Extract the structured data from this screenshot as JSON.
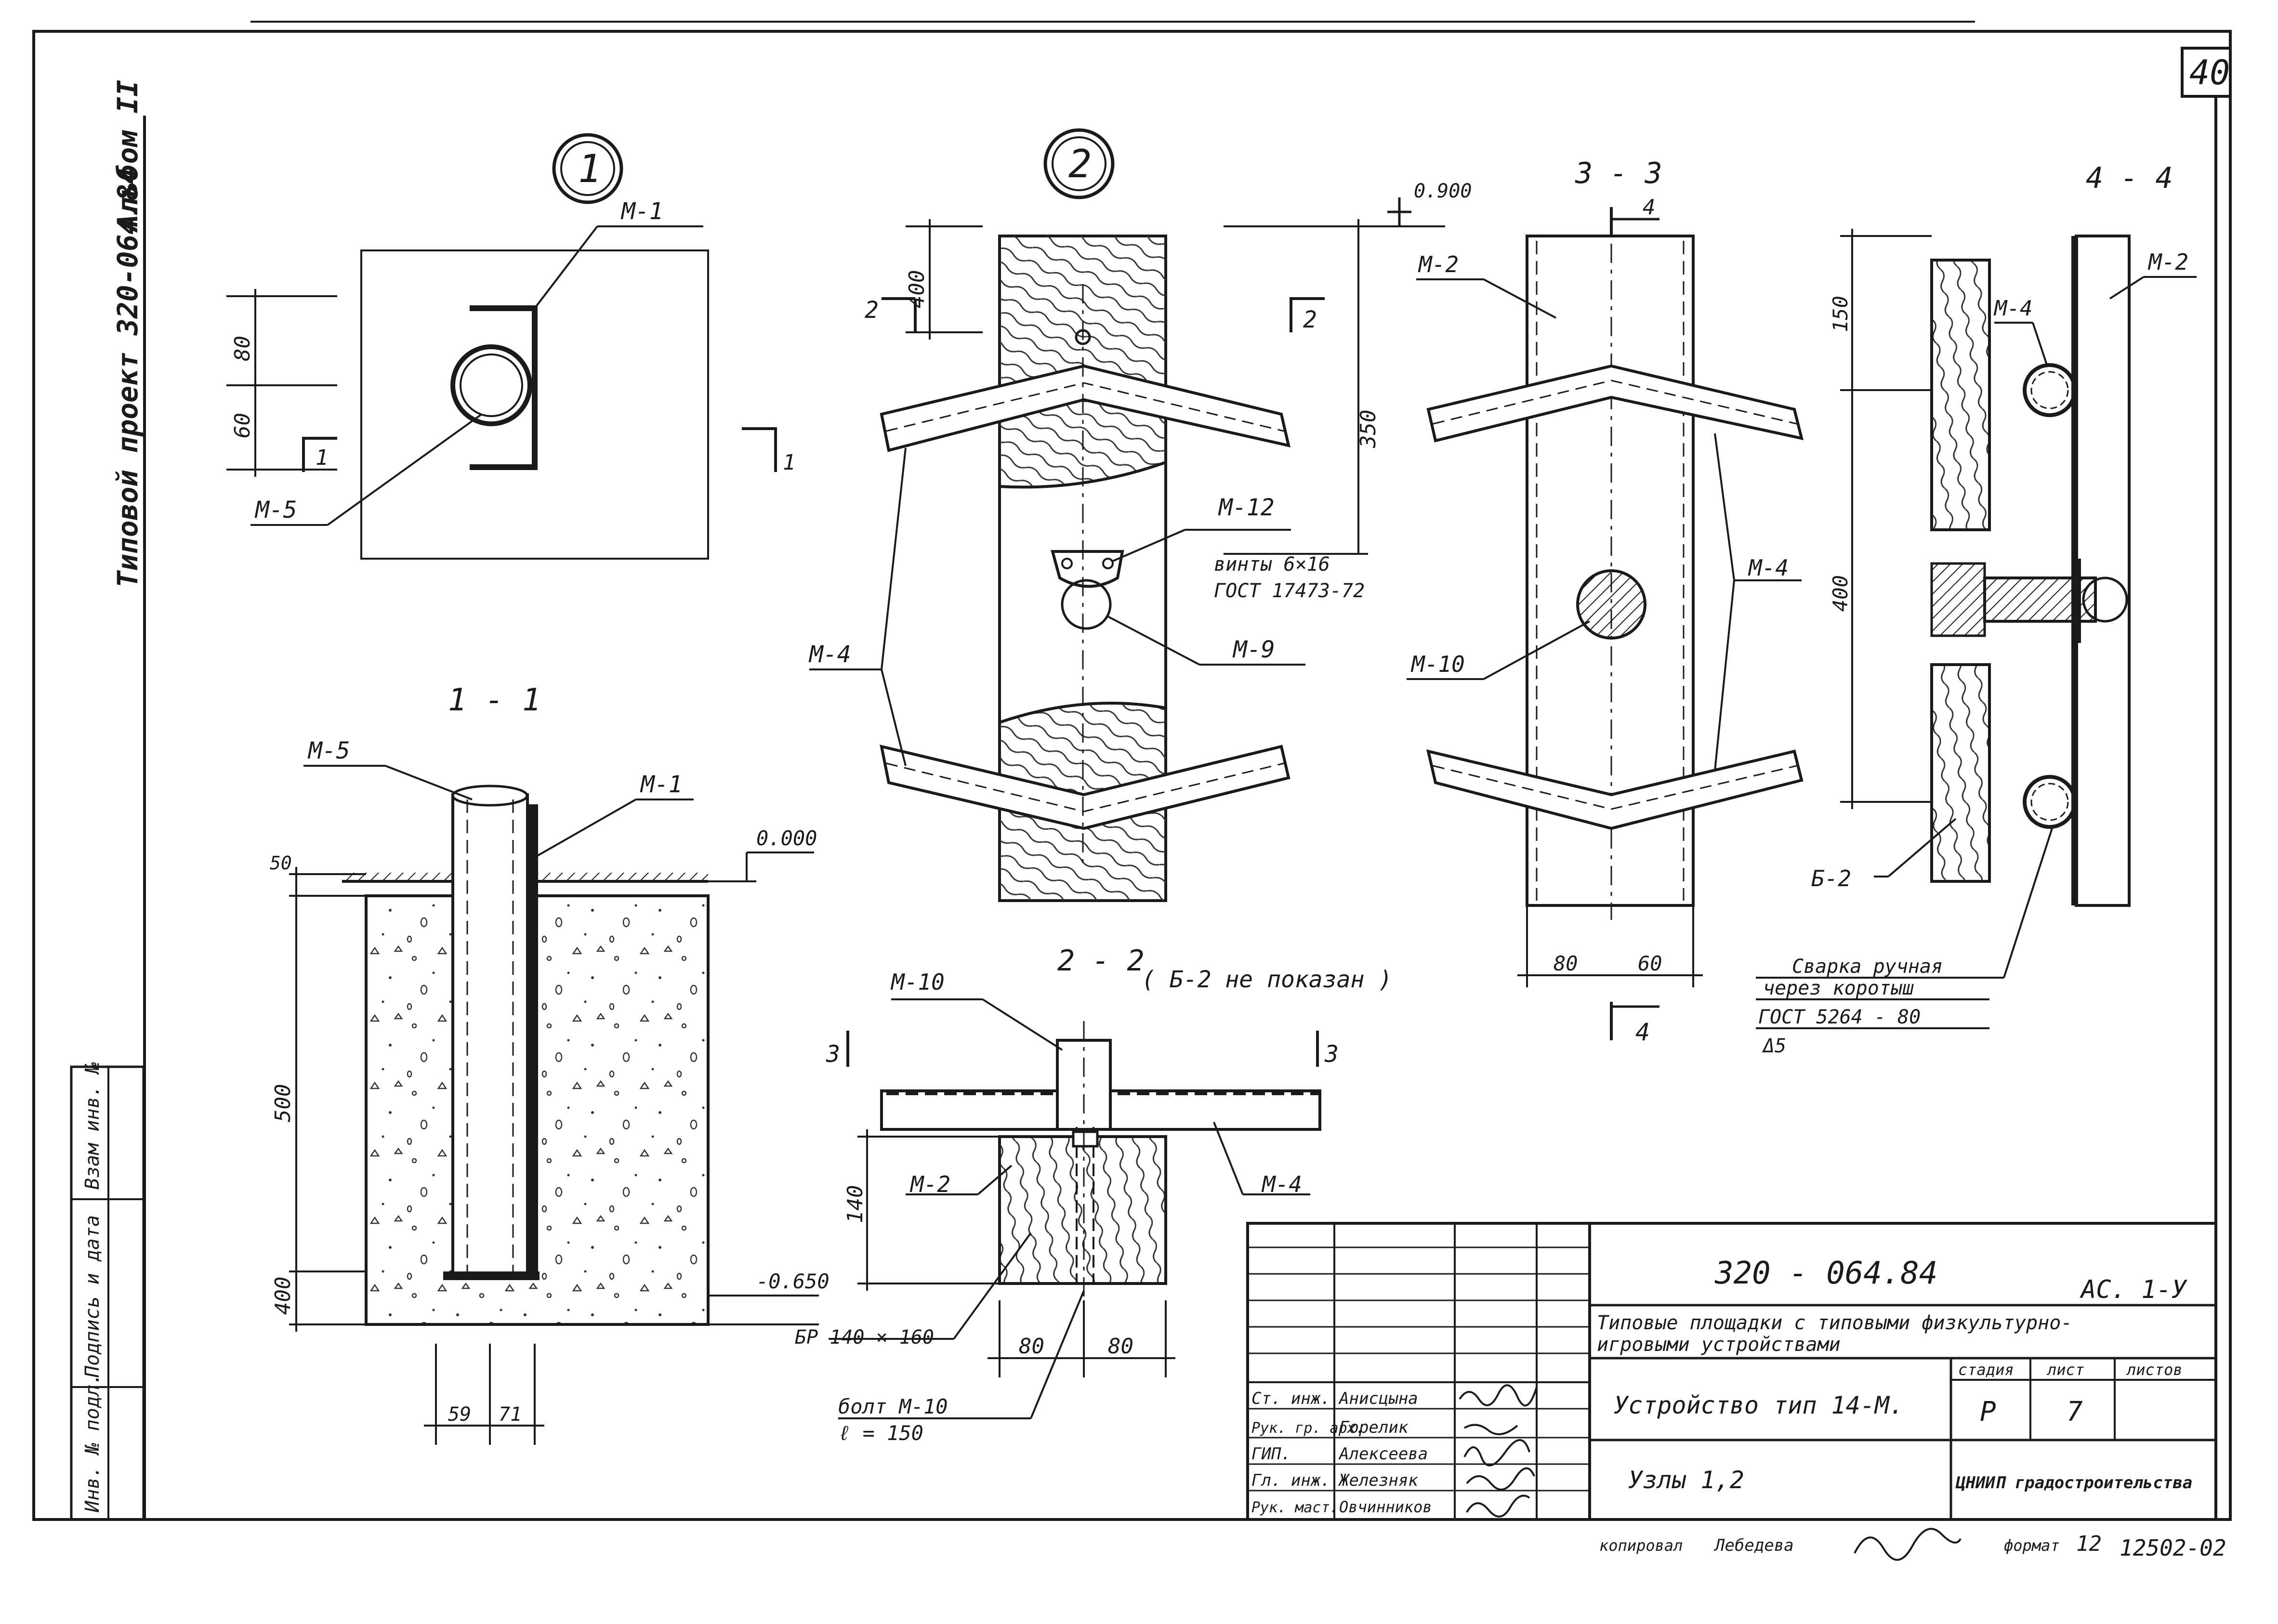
{
  "sheet": {
    "number": "40",
    "side_album": "Альбом II",
    "side_project": "Типовой проект 320-064.84"
  },
  "left_strip": {
    "cell1": "Инв. № подл.",
    "cell2": "Подпись и дата",
    "cell3": "Взам инв. №"
  },
  "node1": {
    "num": "1",
    "m1": "М-1",
    "m5": "М-5",
    "d80": "80",
    "d60": "60",
    "sec_mark": "1",
    "sec_mark2": "1"
  },
  "node2": {
    "num": "2",
    "d400": "400",
    "d350": "350",
    "sec2": "2",
    "sec2b": "2",
    "m12": "М-12",
    "screws1": "винты 6×16",
    "screws2": "ГОСТ 17473-72",
    "m9": "М-9",
    "m4": "М-4"
  },
  "sec11": {
    "title": "1 - 1",
    "m5": "М-5",
    "m1": "М-1",
    "lvl0": "0.000",
    "lvl650": "-0.650",
    "bp": "БР 140 × 160",
    "d500": "500",
    "d400": "400",
    "d50": "50",
    "d59": "59",
    "d71": "71"
  },
  "sec22": {
    "title": "2 - 2",
    "note": "( Б-2 не показан )",
    "m10": "М-10",
    "m2": "М-2",
    "m4": "М-4",
    "d140": "140",
    "d80a": "80",
    "d80b": "80",
    "bolt1": "болт М-10",
    "bolt2": "ℓ = 150",
    "s3a": "3",
    "s3b": "3"
  },
  "sec33": {
    "title": "3 - 3",
    "lvl": "0.900",
    "m2": "М-2",
    "m10": "М-10",
    "m4": "М-4",
    "d80": "80",
    "d60": "60",
    "s4a": "4",
    "s4b": "4"
  },
  "sec44": {
    "title": "4 - 4",
    "m2": "М-2",
    "m4": "М-4",
    "b2": "Б-2",
    "d150": "150",
    "d400": "400",
    "weld1": "Сварка ручная",
    "weld2": "через коротыш",
    "weld3": "ГОСТ 5264 - 80",
    "weld4": "Δ5"
  },
  "title_block": {
    "code": "320 - 064.84",
    "sheet_code": "АС. 1-У",
    "desc1": "Типовые площадки с типовыми физкультурно-",
    "desc2": "игровыми устройствами",
    "object": "Устройство тип 14-М.",
    "drawing": "Узлы 1,2",
    "h_stage": "стадия",
    "h_sheet": "лист",
    "h_sheets": "листов",
    "stage": "Р",
    "sheet": "7",
    "org": "ЦНИИП градостроительства",
    "roles": [
      {
        "role": "Ст. инж.",
        "name": "Анисцына"
      },
      {
        "role": "Рук. гр. арх.",
        "name": "Горелик"
      },
      {
        "role": "ГИП.",
        "name": "Алексеева"
      },
      {
        "role": "Гл. инж.",
        "name": "Железняк"
      },
      {
        "role": "Рук. маст.",
        "name": "Овчинников"
      }
    ]
  },
  "footer": {
    "copied": "копировал",
    "copier": "Лебедева",
    "format_label": "формат",
    "format": "12",
    "order": "12502-02"
  }
}
